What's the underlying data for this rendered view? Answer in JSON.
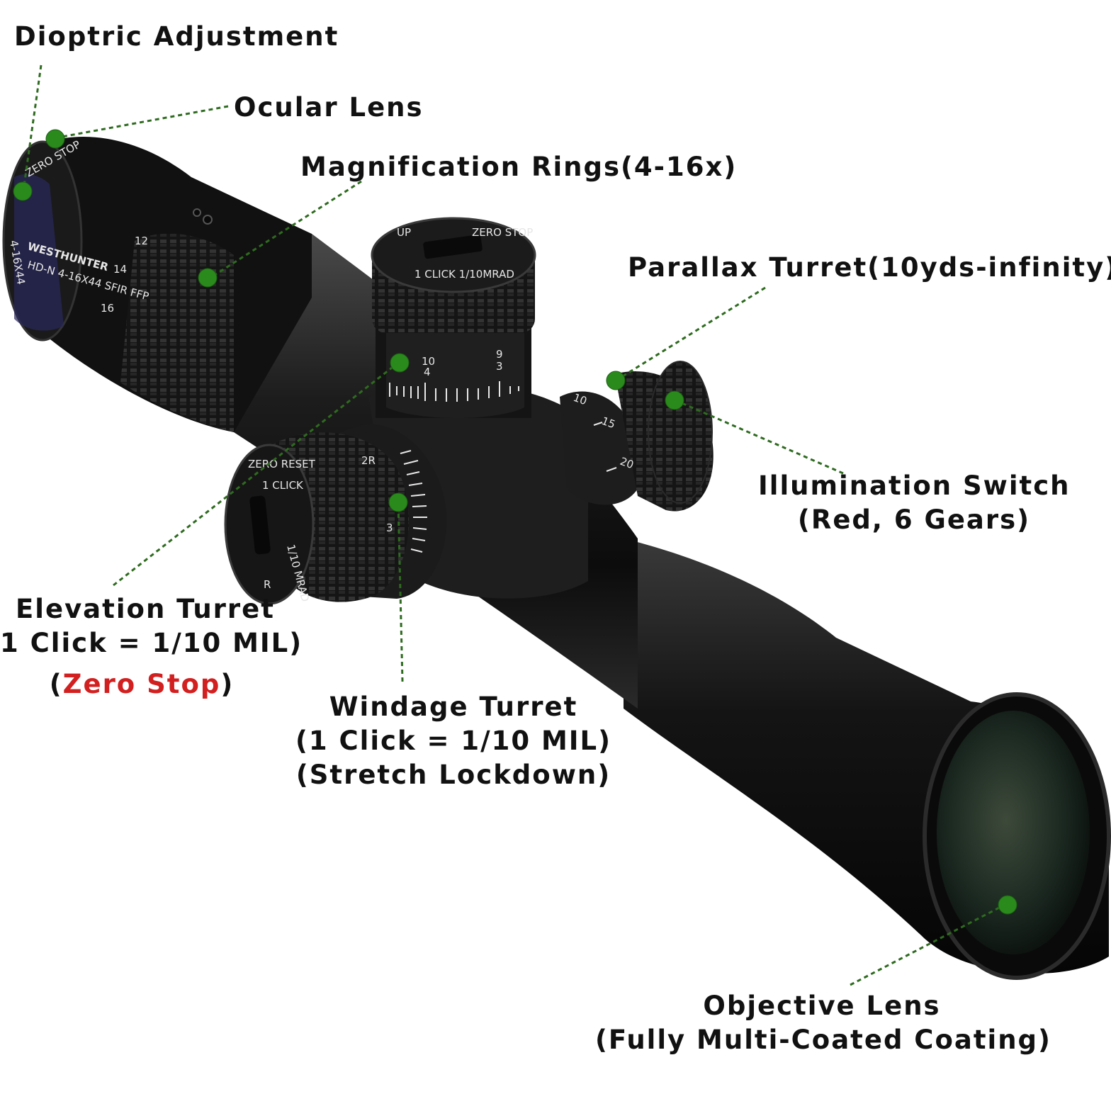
{
  "labels": {
    "dioptric": "Dioptric Adjustment",
    "ocular": "Ocular Lens",
    "magnification": "Magnification Rings(4-16x)",
    "parallax": "Parallax Turret(10yds-infinity)",
    "illumination_1": "Illumination Switch",
    "illumination_2": "(Red, 6 Gears)",
    "elevation_1": "Elevation Turret",
    "elevation_2": "1 Click = 1/10 MIL)",
    "elevation_3_open": "(",
    "elevation_3_red": "Zero Stop",
    "elevation_3_close": ")",
    "windage_1": "Windage Turret",
    "windage_2": "(1 Click = 1/10 MIL)",
    "windage_3": "(Stretch Lockdown)",
    "objective_1": "Objective Lens",
    "objective_2": "(Fully Multi-Coated Coating)"
  },
  "scope_markings": {
    "brand": "WESTHUNTER",
    "model": "HD-N 4-16X44 SFIR FFP",
    "eyepiece_text": "ZERO STOP",
    "model_short": "4-16X44",
    "mag_12": "12",
    "mag_14": "14",
    "mag_16": "16",
    "elev_top_1": "ZERO STOP",
    "elev_top_2": "1 CLICK 1/10MRAD",
    "elev_up": "UP",
    "elev_10": "10",
    "elev_4": "4",
    "elev_9": "9",
    "elev_3": "3",
    "wind_zero": "ZERO RESET",
    "wind_click": "1 CLICK",
    "wind_mrad": "1/10 MRAD",
    "wind_r": "R",
    "wind_2r": "2R",
    "wind_3": "3",
    "par_10": "10",
    "par_15": "15",
    "par_20": "20"
  },
  "colors": {
    "accent_green": "#2a8a1c",
    "zero_stop_red": "#d21f1f"
  }
}
